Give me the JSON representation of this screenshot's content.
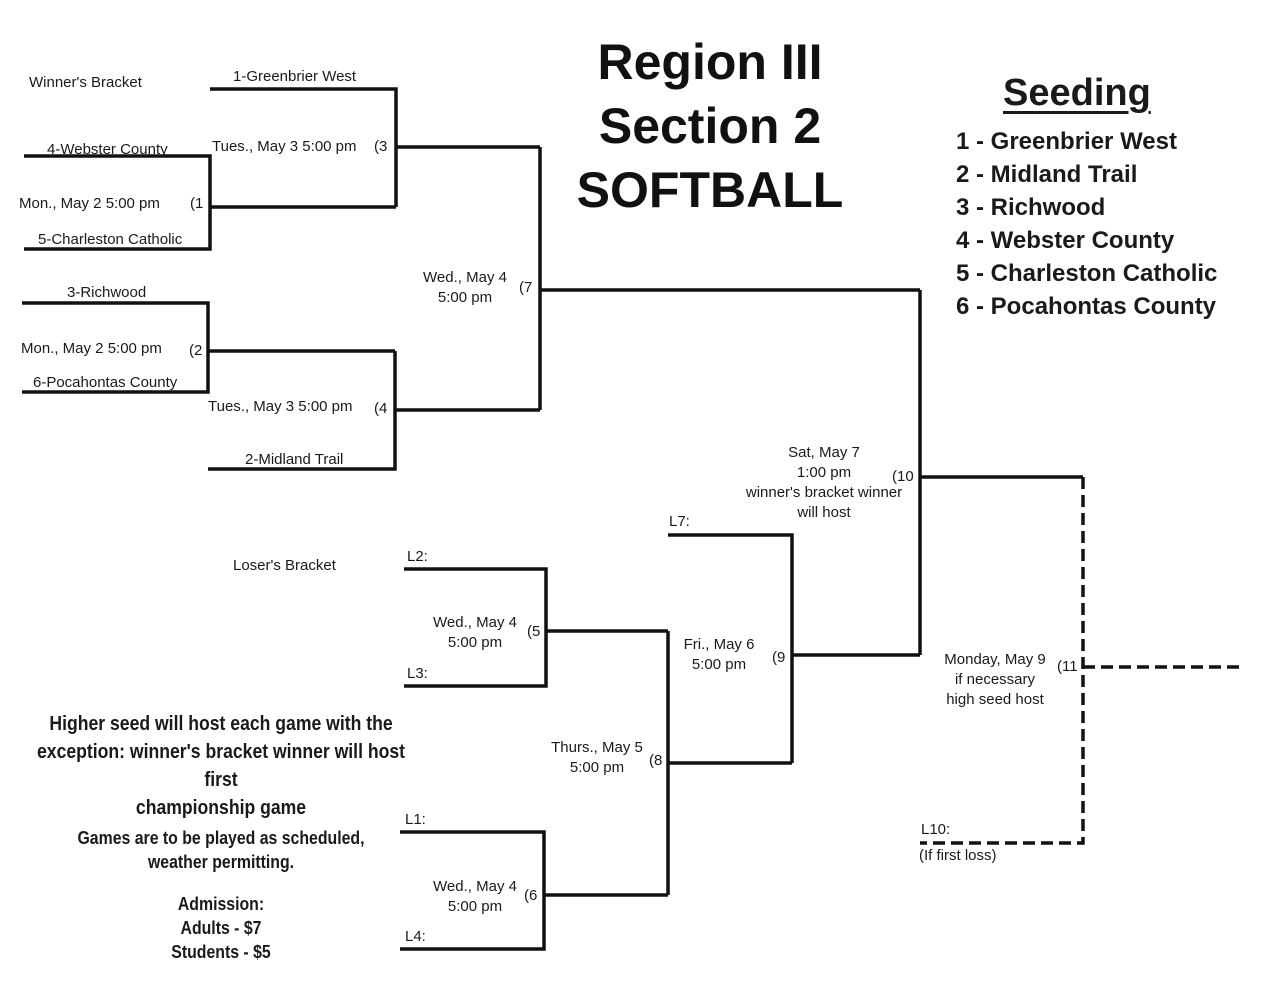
{
  "title": {
    "line1": "Region III",
    "line2": "Section 2",
    "line3": "SOFTBALL"
  },
  "seeding": {
    "heading": "Seeding",
    "items": [
      "1 - Greenbrier West",
      "2 - Midland Trail",
      "3 - Richwood",
      "4 - Webster County",
      "5 - Charleston Catholic",
      "6 - Pocahontas County"
    ]
  },
  "winners_bracket": {
    "label": "Winner's Bracket",
    "teams": {
      "t1": "1-Greenbrier West",
      "t4": "4-Webster County",
      "t5": "5-Charleston Catholic",
      "t3": "3-Richwood",
      "t6": "6-Pocahontas County",
      "t2": "2-Midland Trail"
    },
    "games": {
      "g1": {
        "time": "Mon., May 2 5:00 pm",
        "num": "(1"
      },
      "g2": {
        "time": "Mon., May 2 5:00 pm",
        "num": "(2"
      },
      "g3": {
        "time": "Tues., May 3 5:00 pm",
        "num": "(3"
      },
      "g4": {
        "time": "Tues., May 3 5:00 pm",
        "num": "(4"
      },
      "g7": {
        "line1": "Wed., May 4",
        "line2": "5:00 pm",
        "num": "(7"
      }
    }
  },
  "losers_bracket": {
    "label": "Loser's Bracket",
    "slots": {
      "l2": "L2:",
      "l3": "L3:",
      "l1": "L1:",
      "l4": "L4:",
      "l7": "L7:",
      "l10": "L10:",
      "l10_note": "(If first loss)"
    },
    "games": {
      "g5": {
        "line1": "Wed., May 4",
        "line2": "5:00 pm",
        "num": "(5"
      },
      "g6": {
        "line1": "Wed., May 4",
        "line2": "5:00 pm",
        "num": "(6"
      },
      "g8": {
        "line1": "Thurs., May 5",
        "line2": "5:00 pm",
        "num": "(8"
      },
      "g9": {
        "line1": "Fri., May 6",
        "line2": "5:00 pm",
        "num": "(9"
      }
    }
  },
  "championship": {
    "g10": {
      "line1": "Sat, May 7",
      "line2": "1:00 pm",
      "line3": "winner's bracket winner",
      "line4": "will host",
      "num": "(10"
    },
    "g11": {
      "line1": "Monday, May 9",
      "line2": "if necessary",
      "line3": "high seed host",
      "num": "(11"
    }
  },
  "notes": {
    "host_line1": "Higher seed will host each game with the",
    "host_line2": "exception: winner's bracket winner will host first",
    "host_line3": "championship game",
    "weather_line1": "Games are to be played as scheduled,",
    "weather_line2": "weather permitting.",
    "admission_label": "Admission:",
    "adults": "Adults - $7",
    "students": "Students - $5"
  }
}
